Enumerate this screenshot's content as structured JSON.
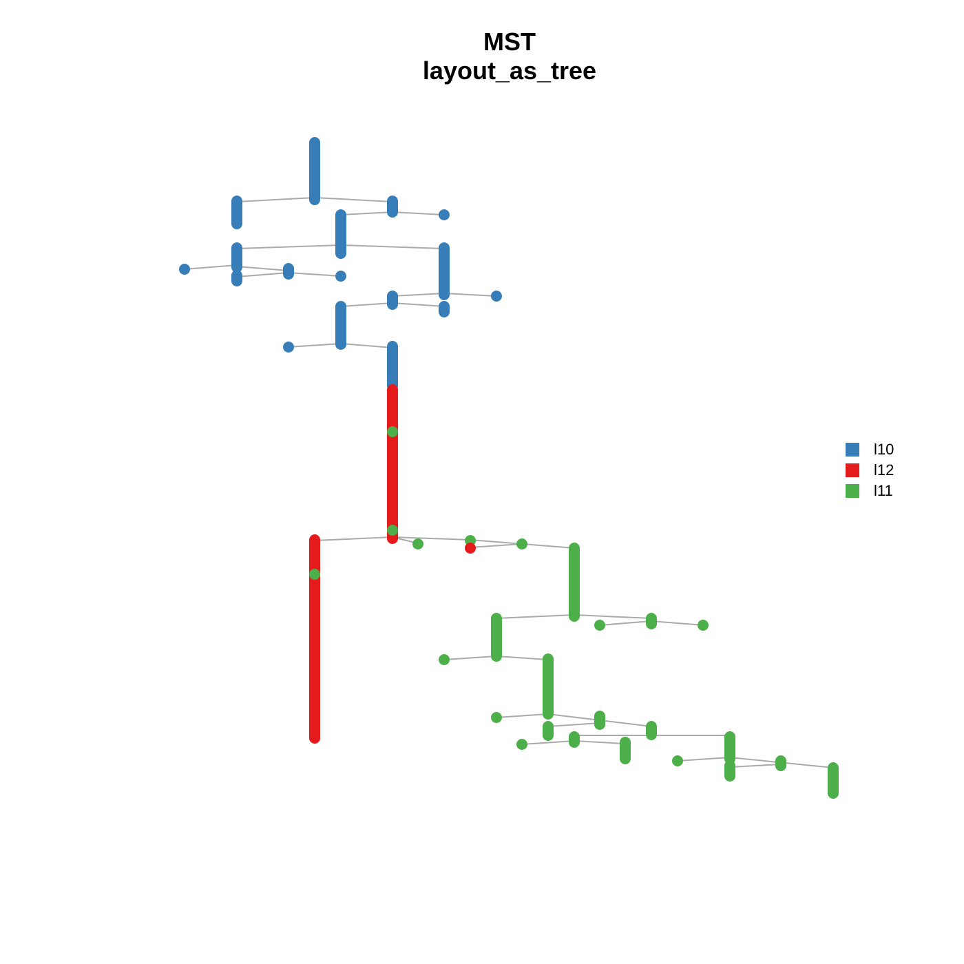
{
  "title": {
    "line1": "MST",
    "line2": "layout_as_tree"
  },
  "legend": [
    {
      "label": "l10",
      "color": "#377EB8"
    },
    {
      "label": "l12",
      "color": "#E41A1C"
    },
    {
      "label": "l11",
      "color": "#4DAF4A"
    }
  ],
  "edge_color": "#AAAAAA"
}
